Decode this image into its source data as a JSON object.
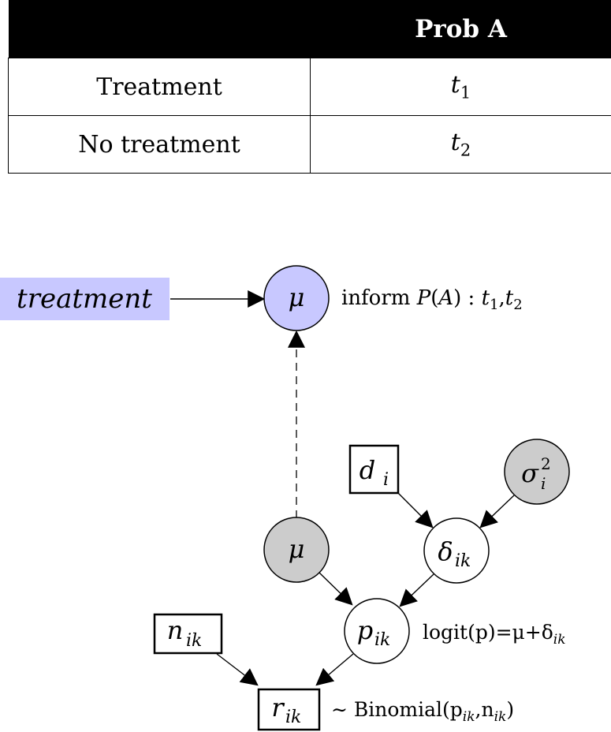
{
  "table": {
    "headers": [
      "",
      "Prob A"
    ],
    "rows": [
      {
        "label": "Treatment",
        "symbol": "t",
        "sub": "1"
      },
      {
        "label": "No treatment",
        "symbol": "t",
        "sub": "2"
      }
    ]
  },
  "diagram": {
    "treatment_label": "treatment",
    "mu_top": "μ",
    "mu_top_note": "inform P(A) : t₁,t₂",
    "d_node": {
      "symbol": "d",
      "sub": "i"
    },
    "sigma_node": {
      "symbol": "σ",
      "sup": "2",
      "sub": "i"
    },
    "mu_bottom": "μ",
    "delta_node": {
      "symbol": "δ",
      "sub": "ik"
    },
    "p_node": {
      "symbol": "p",
      "sub": "ik"
    },
    "p_note": "logit(p)=μ+δ",
    "p_note_sub": "ik",
    "n_node": {
      "symbol": "n",
      "sub": "ik"
    },
    "r_node": {
      "symbol": "r",
      "sub": "ik"
    },
    "r_note": "∼ Binomial(p",
    "r_note_sub1": "ik",
    "r_note_mid": ",n",
    "r_note_sub2": "ik",
    "r_note_end": ")"
  },
  "colors": {
    "treatment_fill": "#c8c8ff",
    "mu_top_fill": "#c8c8ff",
    "gray_node_fill": "#cccccc",
    "white_node_fill": "#ffffff"
  }
}
